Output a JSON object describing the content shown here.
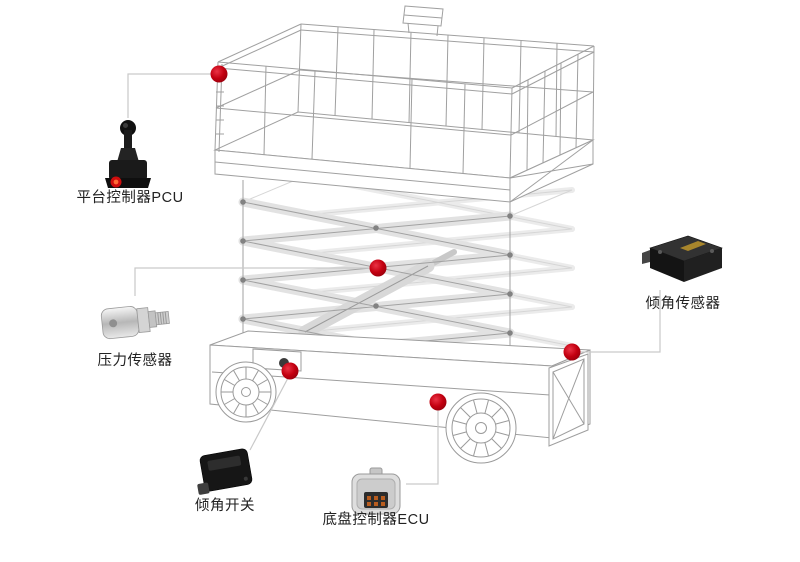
{
  "page": {
    "background": "#ffffff"
  },
  "accent": {
    "marker_color": "#c30010",
    "leader_line_color": "#c9c9c9"
  },
  "illustration": {
    "subject": "scissor-lift-wireframe"
  },
  "components": [
    {
      "id": "pcu",
      "label": "平台控制器PCU",
      "icon": "joystick-pcu-icon"
    },
    {
      "id": "pressure",
      "label": "压力传感器",
      "icon": "pressure-sensor-icon"
    },
    {
      "id": "tilt-switch",
      "label": "倾角开关",
      "icon": "tilt-switch-icon"
    },
    {
      "id": "chassis-ecu",
      "label": "底盘控制器ECU",
      "icon": "ecu-module-icon"
    },
    {
      "id": "tilt-sensor",
      "label": "倾角传感器",
      "icon": "tilt-sensor-icon"
    }
  ]
}
